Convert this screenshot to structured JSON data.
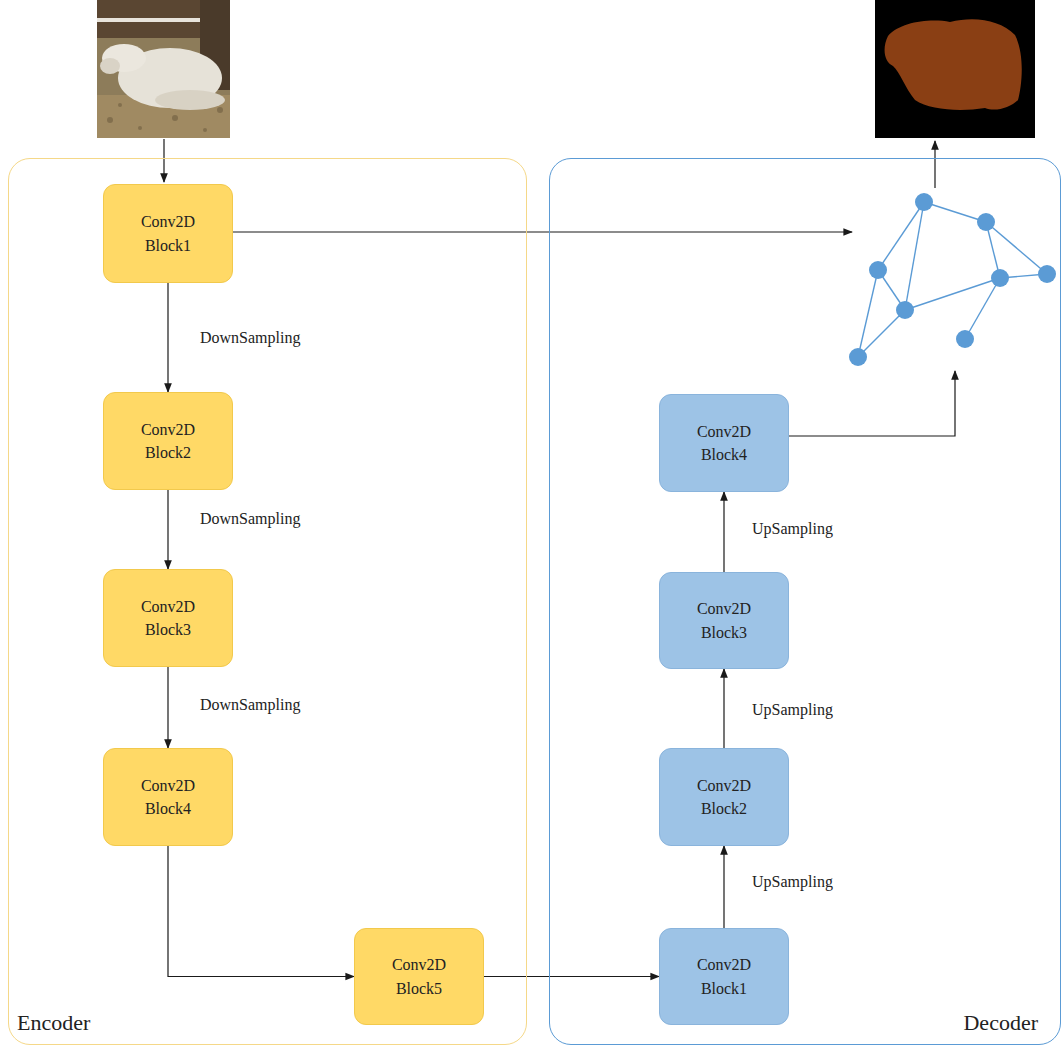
{
  "diagram": {
    "nodes": [
      {
        "text": [
          "Encoder"
        ]
      },
      {
        "text": [
          "Conv2D Block1"
        ],
        "in": 0
      },
      {
        "text": [
          "Conv2D Block2"
        ],
        "in": 0
      },
      {
        "text": [
          "Conv2D Block3"
        ],
        "in": 0
      },
      {
        "text": [
          "Conv2D Block4"
        ],
        "in": 0
      },
      {
        "text": [
          "Conv2D Block5"
        ],
        "in": 0
      },
      {
        "text": [
          "Decoder"
        ]
      },
      {
        "text": [
          "Conv2D Block1"
        ],
        "in": 6
      },
      {
        "text": [
          "Conv2D Block2"
        ],
        "in": 6
      },
      {
        "text": [
          "Conv2D Block3"
        ],
        "in": 6
      },
      {
        "text": [
          "Conv2D Block4"
        ],
        "in": 6
      }
    ],
    "edges": [
      {
        "from": 1,
        "to": 2,
        "arrow": "to"
      },
      {
        "from": 2,
        "to": 3,
        "arrow": "to"
      },
      {
        "from": 3,
        "to": 4,
        "arrow": "to"
      },
      {
        "from": 4,
        "to": 5,
        "arrow": "to"
      },
      {
        "from": 5,
        "to": 7,
        "arrow": "to"
      },
      {
        "from": 7,
        "to": 8,
        "arrow": "to"
      },
      {
        "from": 8,
        "to": 9,
        "arrow": "to"
      },
      {
        "from": 9,
        "to": 10,
        "arrow": "to"
      }
    ],
    "labels": [
      "DownSampling",
      "DownSampling",
      "DownSampling",
      "UpSampling",
      "UpSampling",
      "UpSampling"
    ]
  }
}
